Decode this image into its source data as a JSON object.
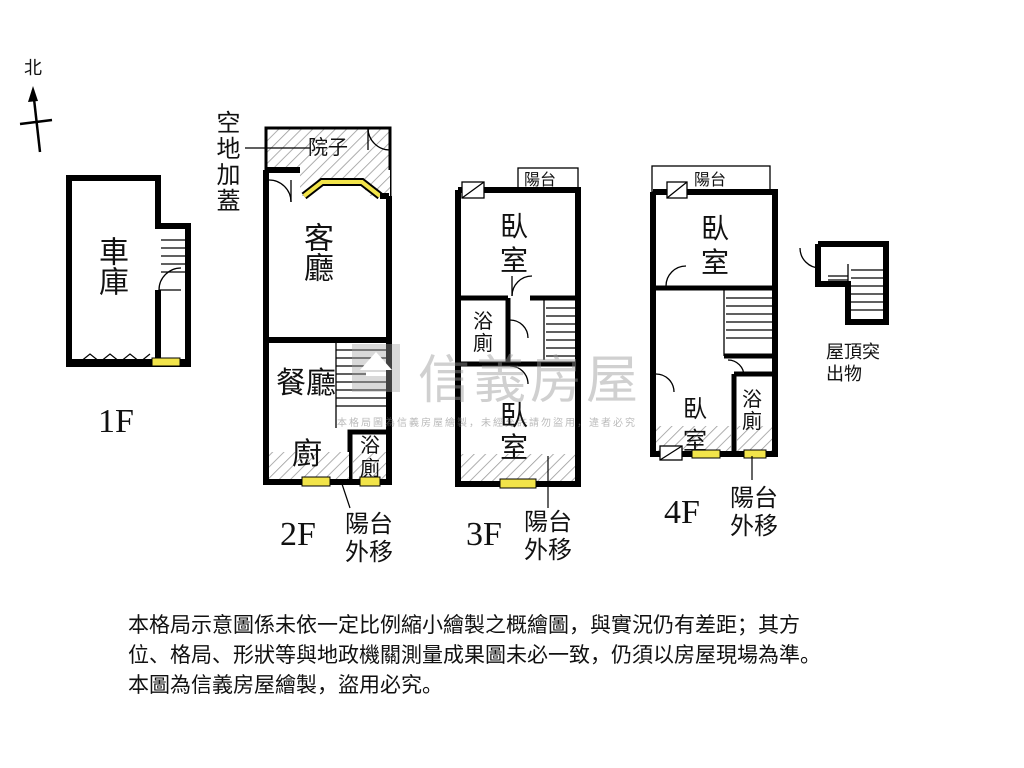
{
  "compass": {
    "label": "北"
  },
  "floors": {
    "f1": {
      "label": "1F",
      "rooms": {
        "garage": "車庫"
      }
    },
    "f2": {
      "label": "2F",
      "rooms": {
        "annex": "空地加蓋",
        "courtyard": "院子",
        "living": "客廳",
        "dining": "餐廳",
        "kitchen": "廚",
        "bath_top": "浴",
        "bath_bottom": "廁"
      },
      "balcony_note": "陽台外移"
    },
    "f3": {
      "label": "3F",
      "rooms": {
        "balcony": "陽台",
        "bedroom_top": "臥室",
        "bath": "浴廁",
        "bedroom_bottom": "臥室"
      },
      "balcony_note": "陽台外移"
    },
    "f4": {
      "label": "4F",
      "rooms": {
        "balcony": "陽台",
        "bedroom_top": "臥室",
        "bedroom_bottom": "臥室",
        "bath": "浴廁"
      },
      "balcony_note": "陽台外移"
    },
    "roof": {
      "label": "屋頂突出物"
    }
  },
  "watermark": {
    "brand": "信義房屋",
    "notice": "本格局圖為信義房屋繪製，未經允許請勿盜用，違者必究"
  },
  "disclaimer": {
    "line1": "本格局示意圖係未依一定比例縮小繪製之概繪圖，與實況仍有差距；其方",
    "line2": "位、格局、形狀等與地政機關測量成果圖未必一致，仍須以房屋現場為準。",
    "line3": "本圖為信義房屋繪製，盜用必究。"
  },
  "colors": {
    "wall": "#000000",
    "window_fill": "#f2e44a",
    "hatch": "#9a9a9a",
    "watermark": "#9a9a9a"
  }
}
